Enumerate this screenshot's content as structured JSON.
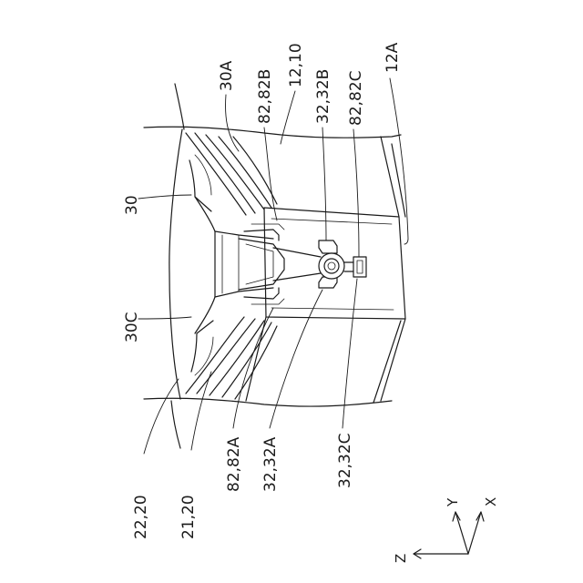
{
  "labels": {
    "l_12_10": "12,10",
    "l_30A": "30A",
    "l_82_82B": "82,82B",
    "l_32_32B": "32,32B",
    "l_82_82C": "82,82C",
    "l_12A": "12A",
    "l_30": "30",
    "l_30C": "30C",
    "l_22_20": "22,20",
    "l_21_20": "21,20",
    "l_82_82A": "82,82A",
    "l_32_32A": "32,32A",
    "l_32_32C": "32,32C"
  },
  "axes": {
    "x": "X",
    "y": "Y",
    "z": "Z"
  }
}
